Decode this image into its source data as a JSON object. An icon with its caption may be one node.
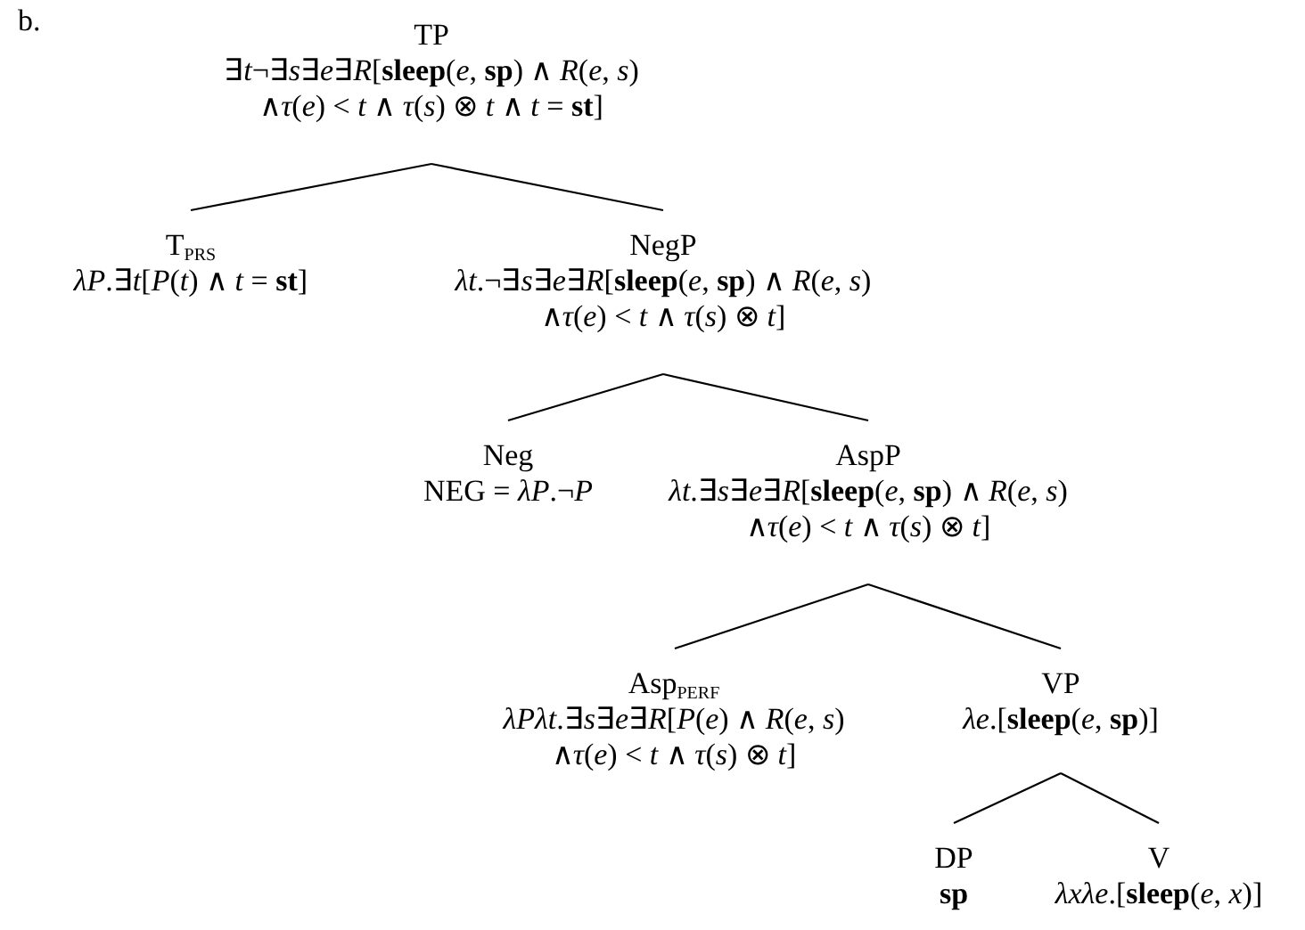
{
  "diagram": {
    "nodes": [
      {
        "text": [
          "TP",
          "∃*t*¬∃*s*∃*e*∃*R*[**sleep**(*e*, **sp**) ∧ *R*(*e*, *s*) ∧*τ*(*e*) < *t* ∧ *τ*(*s*) ⊗ *t* ∧ *t* = **st**]"
        ]
      },
      {
        "text": [
          "T$_{PRS}$",
          "*λP*.∃*t*[*P*(*t*) ∧ *t* = **st**]"
        ]
      },
      {
        "text": [
          "NegP",
          "*λt*.¬∃*s*∃*e*∃*R*[**sleep**(*e*, **sp**) ∧ *R*(*e*, *s*) ∧*τ*(*e*) < *t* ∧ *τ*(*s*) ⊗ *t*]"
        ]
      },
      {
        "text": [
          "Neg",
          "NEG = *λP*.¬*P*"
        ]
      },
      {
        "text": [
          "AspP",
          "*λt*.∃*s*∃*e*∃*R*[**sleep**(*e*, **sp**) ∧ *R*(*e*, *s*) ∧*τ*(*e*) < *t* ∧ *τ*(*s*) ⊗ *t*]"
        ]
      },
      {
        "text": [
          "Asp$_{PERF}$",
          "*λPλt*.∃*s*∃*e*∃*R*[*P*(*e*) ∧ *R*(*e*, *s*) ∧*τ*(*e*) < *t* ∧ *τ*(*s*) ⊗ *t*]"
        ]
      },
      {
        "text": [
          "VP",
          "*λe*.[**sleep**(*e*, **sp**)]"
        ]
      },
      {
        "text": [
          "DP",
          "**sp**"
        ]
      },
      {
        "text": [
          "V",
          "*λxλe*.[**sleep**(*e*, *x*)]"
        ]
      }
    ],
    "edges": [
      {
        "from": 0,
        "to": 1,
        "arrow": "none"
      },
      {
        "from": 0,
        "to": 2,
        "arrow": "none"
      },
      {
        "from": 2,
        "to": 3,
        "arrow": "none"
      },
      {
        "from": 2,
        "to": 4,
        "arrow": "none"
      },
      {
        "from": 4,
        "to": 5,
        "arrow": "none"
      },
      {
        "from": 4,
        "to": 6,
        "arrow": "none"
      },
      {
        "from": 6,
        "to": 7,
        "arrow": "none"
      },
      {
        "from": 6,
        "to": 8,
        "arrow": "none"
      }
    ],
    "labels": [
      "b."
    ]
  }
}
